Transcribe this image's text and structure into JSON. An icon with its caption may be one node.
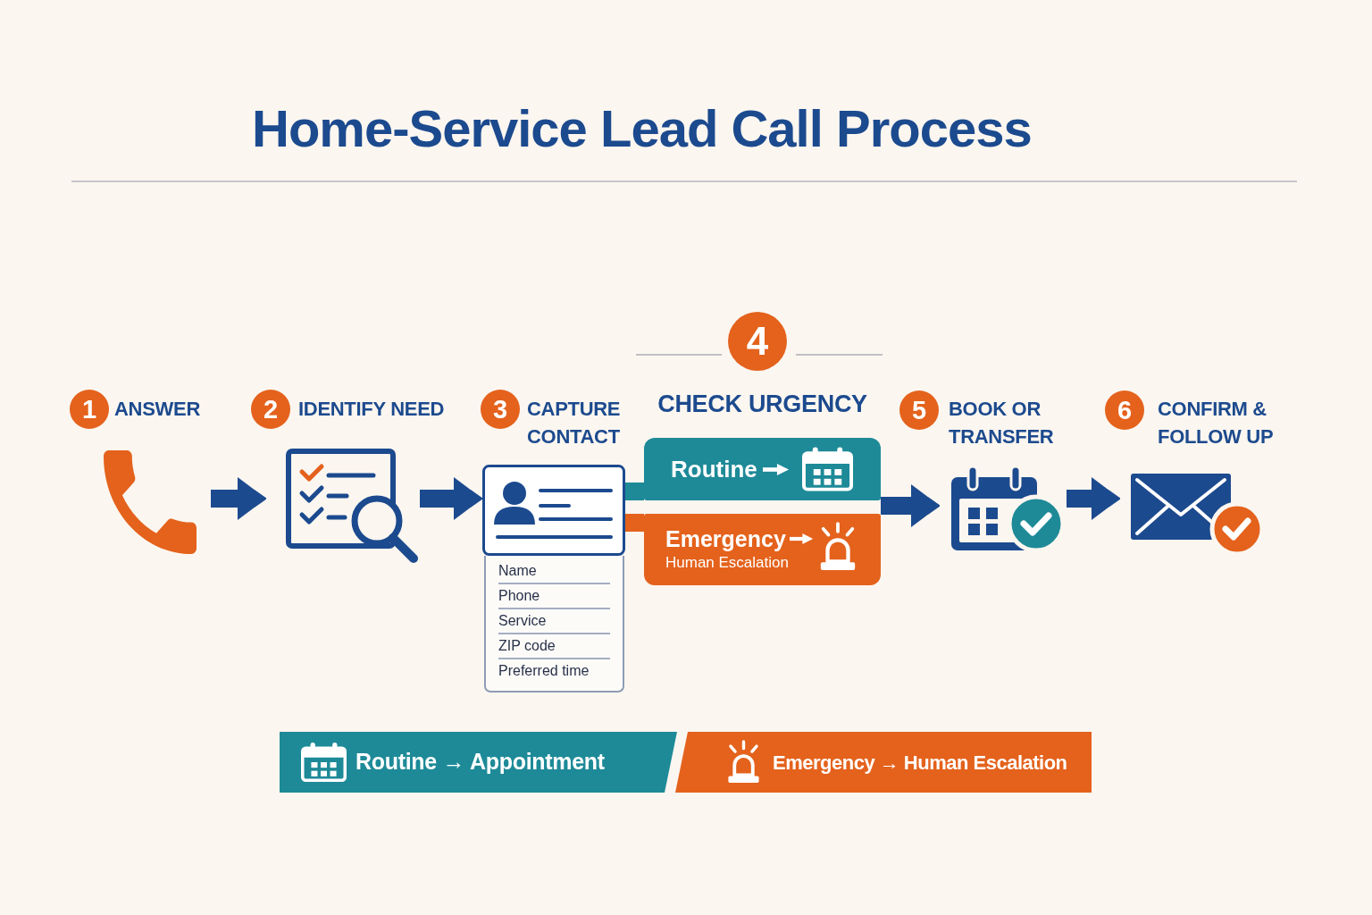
{
  "diagram": {
    "title": "Home-Service Lead Call Process",
    "nodes": [
      {
        "text": [
          "1",
          "ANSWER"
        ]
      },
      {
        "text": [
          "2",
          "IDENTIFY NEED"
        ]
      },
      {
        "text": [
          "3",
          "CAPTURE CONTACT",
          "Name",
          "Phone",
          "Service",
          "ZIP code",
          "Preferred time"
        ]
      },
      {
        "text": [
          "4",
          "CHECK URGENCY"
        ]
      },
      {
        "text": [
          "Routine"
        ]
      },
      {
        "text": [
          "Emergency",
          "Human Escalation"
        ]
      },
      {
        "text": [
          "5",
          "BOOK OR TRANSFER"
        ]
      },
      {
        "text": [
          "6",
          "CONFIRM & FOLLOW UP"
        ]
      }
    ],
    "edges": [
      {
        "from": 0,
        "to": 1,
        "arrow": "to"
      },
      {
        "from": 1,
        "to": 2,
        "arrow": "to"
      },
      {
        "from": 2,
        "to": 4,
        "arrow": "none",
        "color": "#1e8a98"
      },
      {
        "from": 2,
        "to": 5,
        "arrow": "none",
        "color": "#e4621c"
      },
      {
        "from": 4,
        "to": 6,
        "arrow": "to"
      },
      {
        "from": 5,
        "to": 6,
        "arrow": "to"
      },
      {
        "from": 6,
        "to": 7,
        "arrow": "to"
      }
    ],
    "legend": [
      {
        "text": "Routine → Appointment",
        "color": "#1e8a98"
      },
      {
        "text": "Emergency → Human Escalation",
        "color": "#e4621c"
      }
    ]
  }
}
